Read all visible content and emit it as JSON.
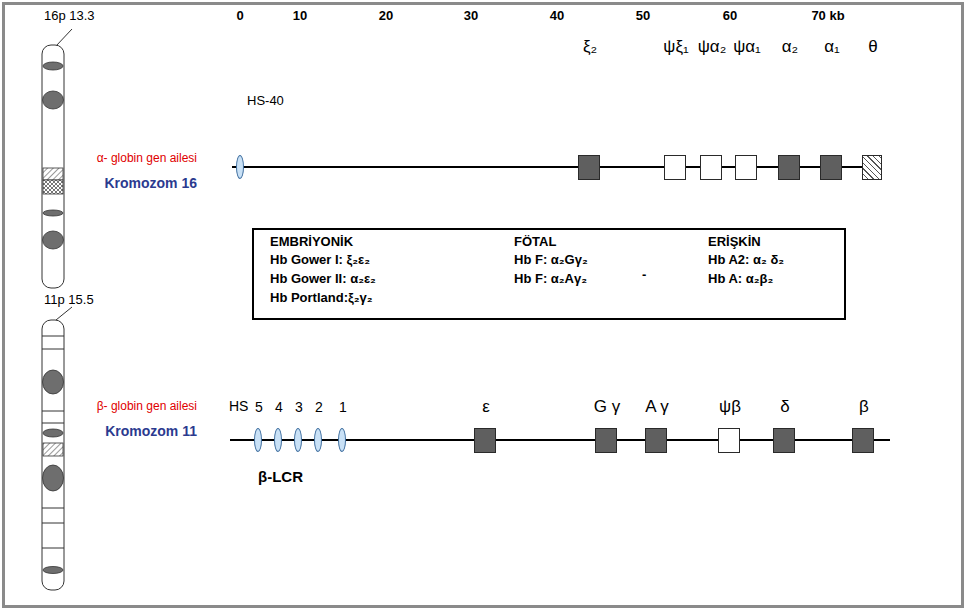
{
  "diagram": {
    "nodes": [
      {
        "text": [
          "HS-40"
        ]
      },
      {
        "text": [
          "ξ₂"
        ]
      },
      {
        "text": [
          "ψξ₁"
        ]
      },
      {
        "text": [
          "ψα₂"
        ]
      },
      {
        "text": [
          "ψα₁"
        ]
      },
      {
        "text": [
          "α₂"
        ]
      },
      {
        "text": [
          "α₁"
        ]
      },
      {
        "text": [
          "θ"
        ]
      },
      {
        "text": [
          "EMBRİYONİK",
          "Hb Gower I: ξ₂ε₂",
          "Hb Gower II: α₂ε₂",
          "Hb Portland:ξ₂γ₂",
          "FÖTAL",
          "Hb F: α₂Gγ₂",
          "Hb F: α₂Aγ₂",
          "-",
          "ERİŞKİN",
          "Hb A2: α₂ δ₂",
          "Hb A: α₂β₂"
        ]
      },
      {
        "text": [
          "5"
        ]
      },
      {
        "text": [
          "4"
        ]
      },
      {
        "text": [
          "3"
        ]
      },
      {
        "text": [
          "2"
        ]
      },
      {
        "text": [
          "1"
        ]
      },
      {
        "text": [
          "ε"
        ]
      },
      {
        "text": [
          "G γ"
        ]
      },
      {
        "text": [
          "A γ"
        ]
      },
      {
        "text": [
          "ψβ"
        ]
      },
      {
        "text": [
          "δ"
        ]
      },
      {
        "text": [
          "β"
        ]
      }
    ],
    "labels": [
      "16p 13.3",
      "0",
      "10",
      "20",
      "30",
      "40",
      "50",
      "60",
      "70 kb",
      "α- globin gen ailesi",
      "Kromozom 16",
      "11p 15.5",
      "β- globin gen ailesi",
      "Kromozom 11",
      "HS",
      "β-LCR"
    ]
  }
}
